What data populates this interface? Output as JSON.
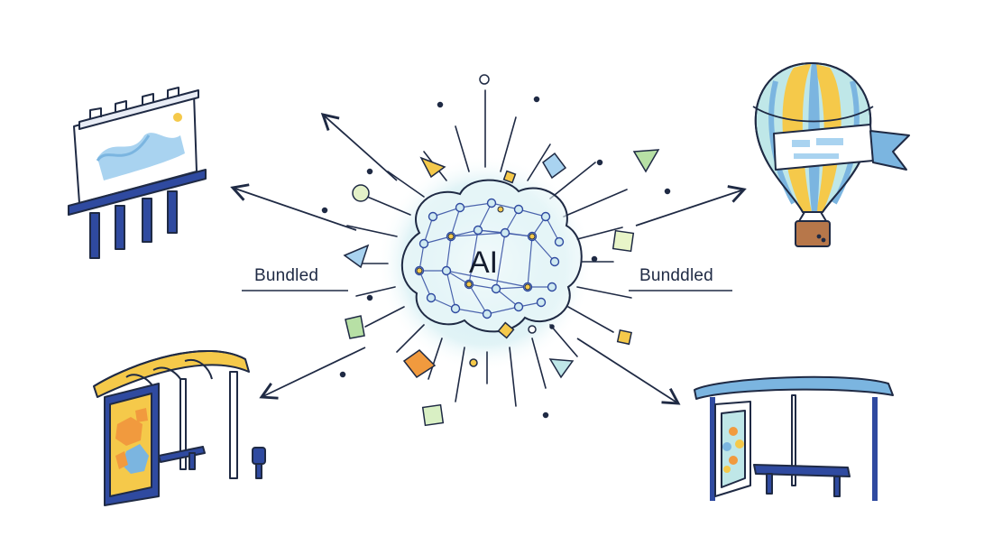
{
  "hub": {
    "label": "AI"
  },
  "labels": {
    "left": "Bundled",
    "right": "Bunddled"
  },
  "colors": {
    "ink": "#1f2a44",
    "navy": "#2f4aa0",
    "yellow": "#f5c94a",
    "light_blue": "#a9d3f0",
    "teal": "#bfe7e8",
    "green": "#b7e0a5",
    "orange": "#f19a3e",
    "brown": "#b7774a"
  },
  "media": [
    {
      "name": "billboard-icon"
    },
    {
      "name": "hot-air-balloon-icon"
    },
    {
      "name": "bus-shelter-yellow-icon"
    },
    {
      "name": "bus-shelter-blue-icon"
    }
  ]
}
